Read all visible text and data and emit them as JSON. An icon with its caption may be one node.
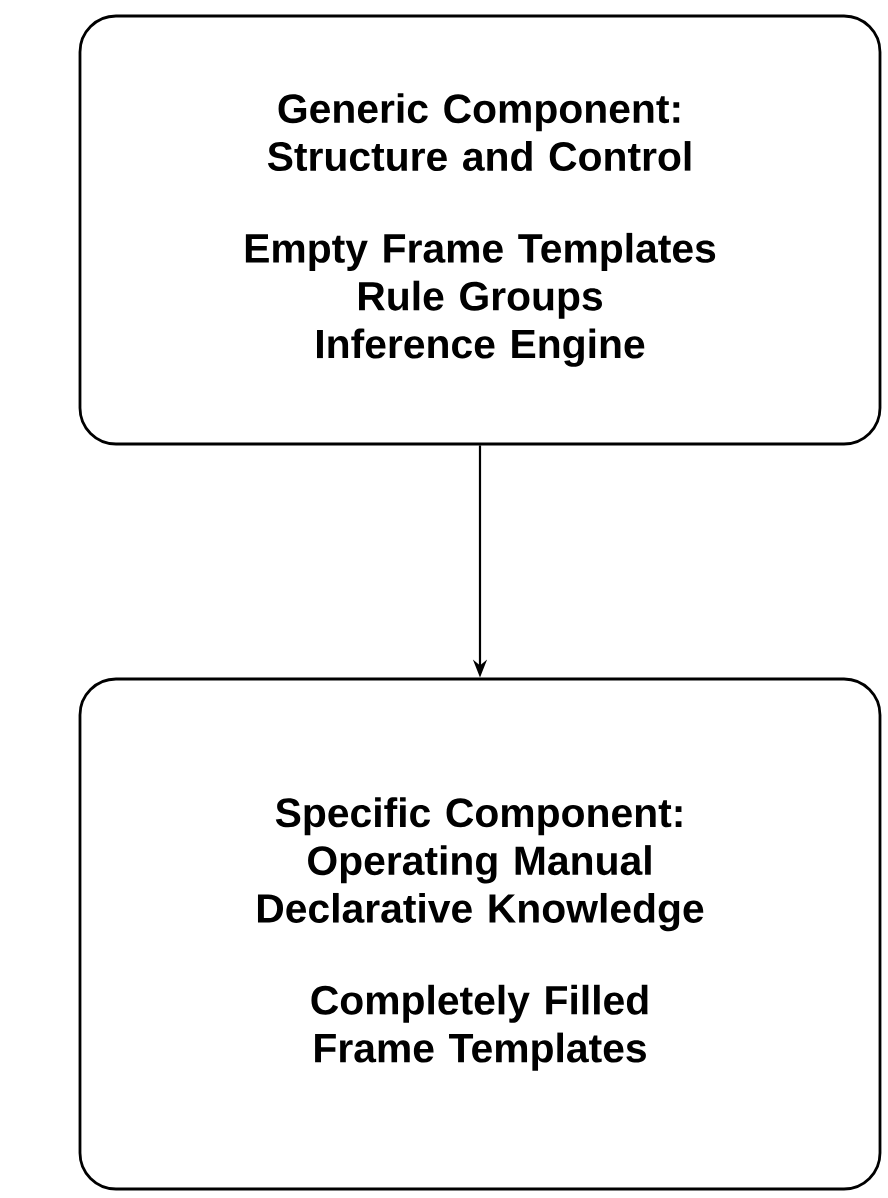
{
  "diagram": {
    "nodes": [
      {
        "text": [
          "Generic Component: Structure and Control",
          "Empty Frame Templates",
          "Rule Groups",
          "Inference Engine"
        ]
      },
      {
        "text": [
          "Specific Component:",
          "Operating Manual",
          "Declarative Knowledge",
          "Completely Filled Frame Templates"
        ]
      }
    ],
    "edges": [
      {
        "from": 0,
        "to": 1,
        "arrow": "to"
      }
    ]
  }
}
